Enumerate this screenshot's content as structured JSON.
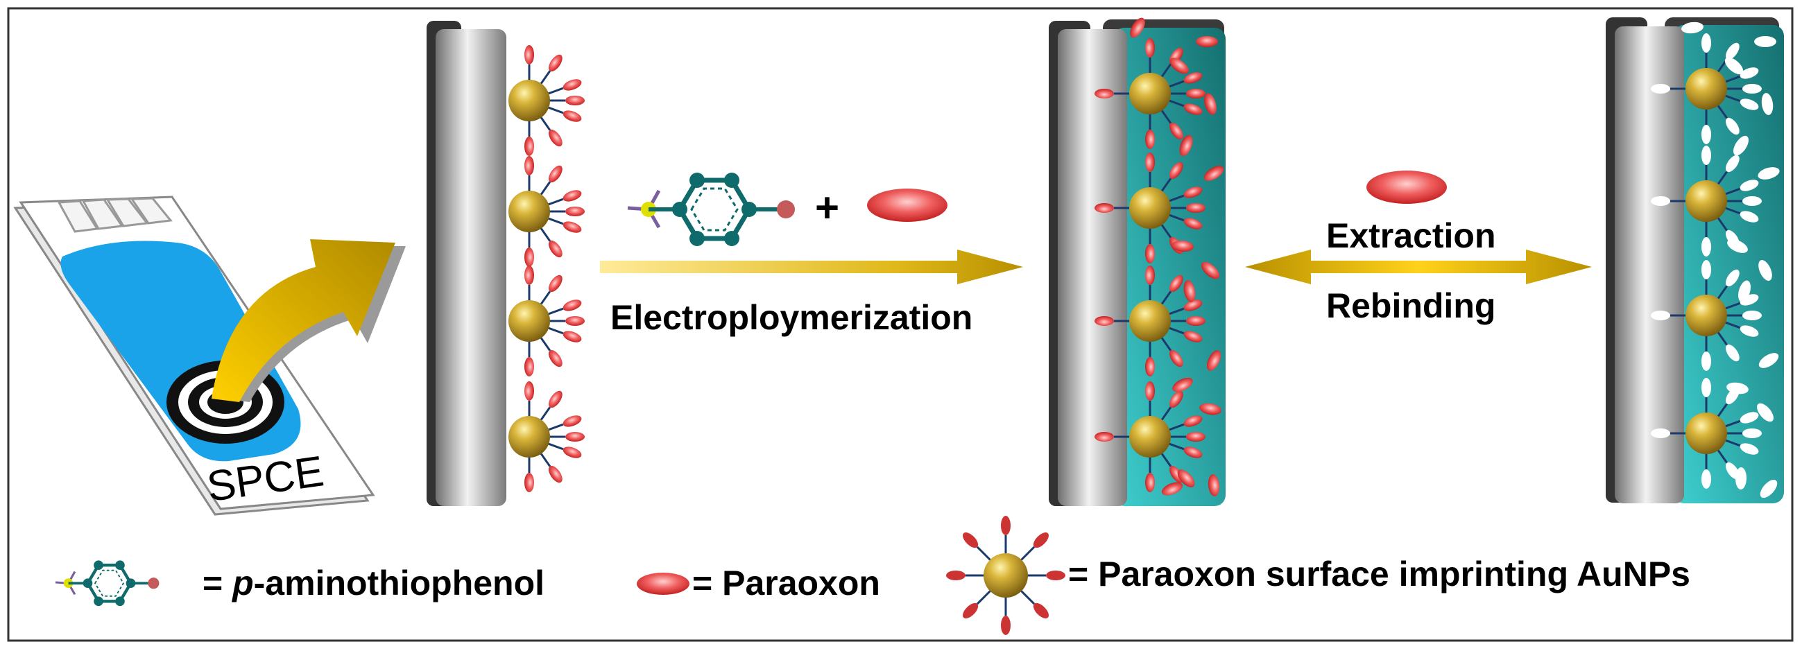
{
  "labels": {
    "spce": "SPCE",
    "step1_arrow": "Electroploymerization",
    "step2_top": "Extraction",
    "step2_bottom": "Rebinding",
    "plus": "+"
  },
  "legend": {
    "eq1": "= ",
    "p": "p",
    "aminothiophenol": "-aminothiophenol",
    "paraoxon": "= Paraoxon",
    "aunp": "= Paraoxon surface imprinting AuNPs"
  },
  "colors": {
    "electrode_blue": "#1aa3e8",
    "polymer_teal": "#2bbcbc",
    "gold": "#c9a227",
    "paraoxon_red": "#ee4444",
    "arrow_gold": "#c8a000",
    "molecule_teal": "#0f6b6b"
  }
}
